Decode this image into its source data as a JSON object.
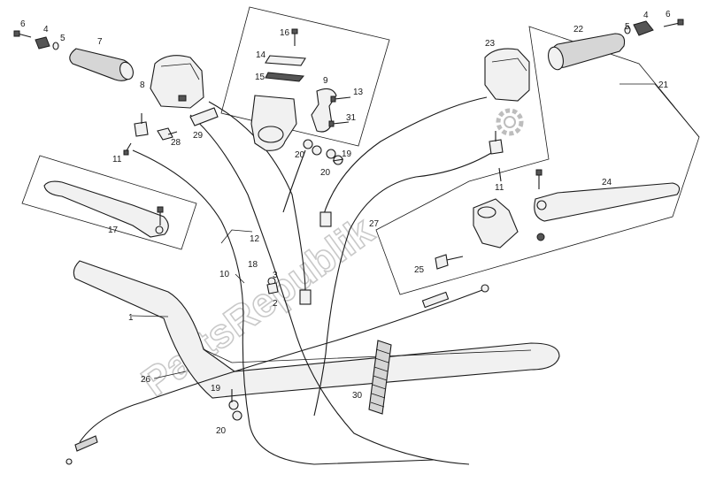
{
  "watermark": "PartsRepublik",
  "callouts": {
    "c1": "1",
    "c2": "2",
    "c3": "3",
    "c4a": "4",
    "c4b": "4",
    "c5a": "5",
    "c5b": "5",
    "c6a": "6",
    "c6b": "6",
    "c7": "7",
    "c8": "8",
    "c9": "9",
    "c10": "10",
    "c11": "11",
    "c11b": "11",
    "c12": "12",
    "c13": "13",
    "c14": "14",
    "c15": "15",
    "c16": "16",
    "c17": "17",
    "c18": "18",
    "c19a": "19",
    "c19b": "19",
    "c20a": "20",
    "c20b": "20",
    "c20c": "20",
    "c21": "21",
    "c22": "22",
    "c23": "23",
    "c24": "24",
    "c25": "25",
    "c26": "26",
    "c27": "27",
    "c28": "28",
    "c29": "29",
    "c30": "30",
    "c31": "31"
  },
  "icons": {
    "gear": "gear-icon"
  }
}
